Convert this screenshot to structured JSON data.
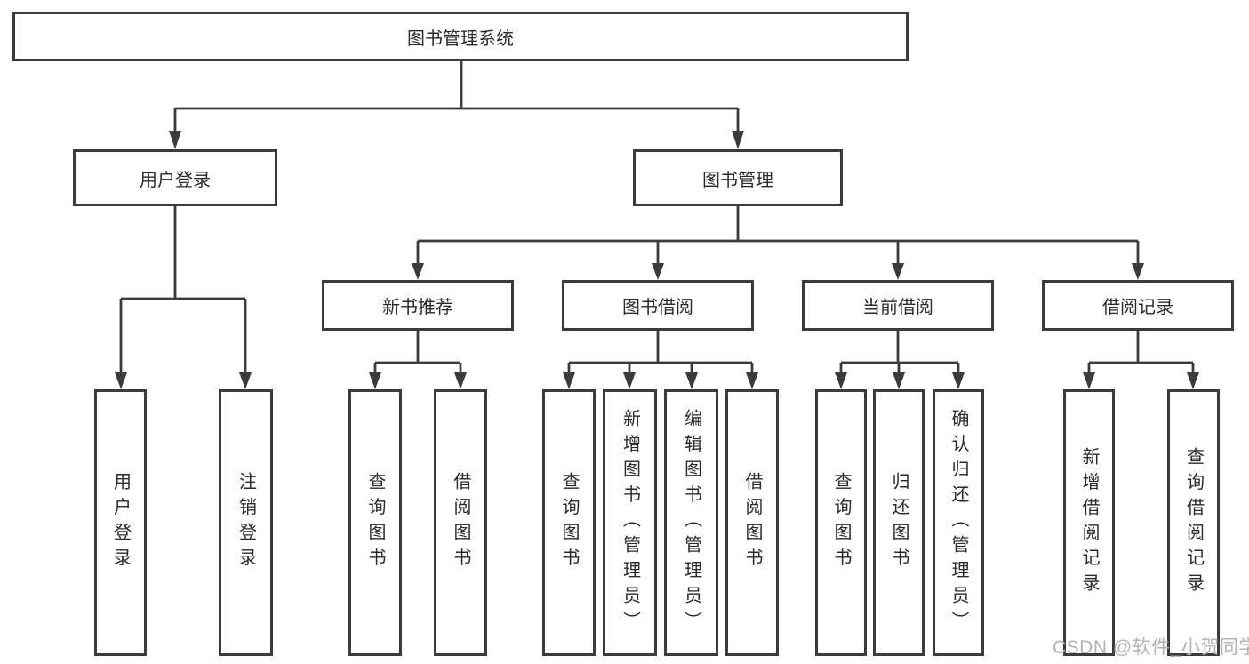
{
  "diagram": {
    "root": "图书管理系统",
    "level2": {
      "user_login": "用户登录",
      "book_management": "图书管理"
    },
    "level3": {
      "new_book_recommend": "新书推荐",
      "book_borrow": "图书借阅",
      "current_borrow": "当前借阅",
      "borrow_records": "借阅记录"
    },
    "leaves": {
      "user_login": "用户登录",
      "logout": "注销登录",
      "nb_query_books": "查询图书",
      "nb_borrow_books": "借阅图书",
      "bb_query_books": "查询图书",
      "bb_add_books": "新增图书（管理员）",
      "bb_edit_books": "编辑图书（管理员）",
      "bb_borrow_books": "借阅图书",
      "cb_query_books": "查询图书",
      "cb_return_books": "归还图书",
      "cb_confirm_return": "确认归还（管理员）",
      "br_add_record": "新增借阅记录",
      "br_query_record": "查询借阅记录"
    }
  },
  "watermark": "CSDN @软件_小贺同学",
  "colors": {
    "line": "#3b3b3b",
    "text": "#2a2a2a",
    "watermark": "#b3b3b3"
  }
}
